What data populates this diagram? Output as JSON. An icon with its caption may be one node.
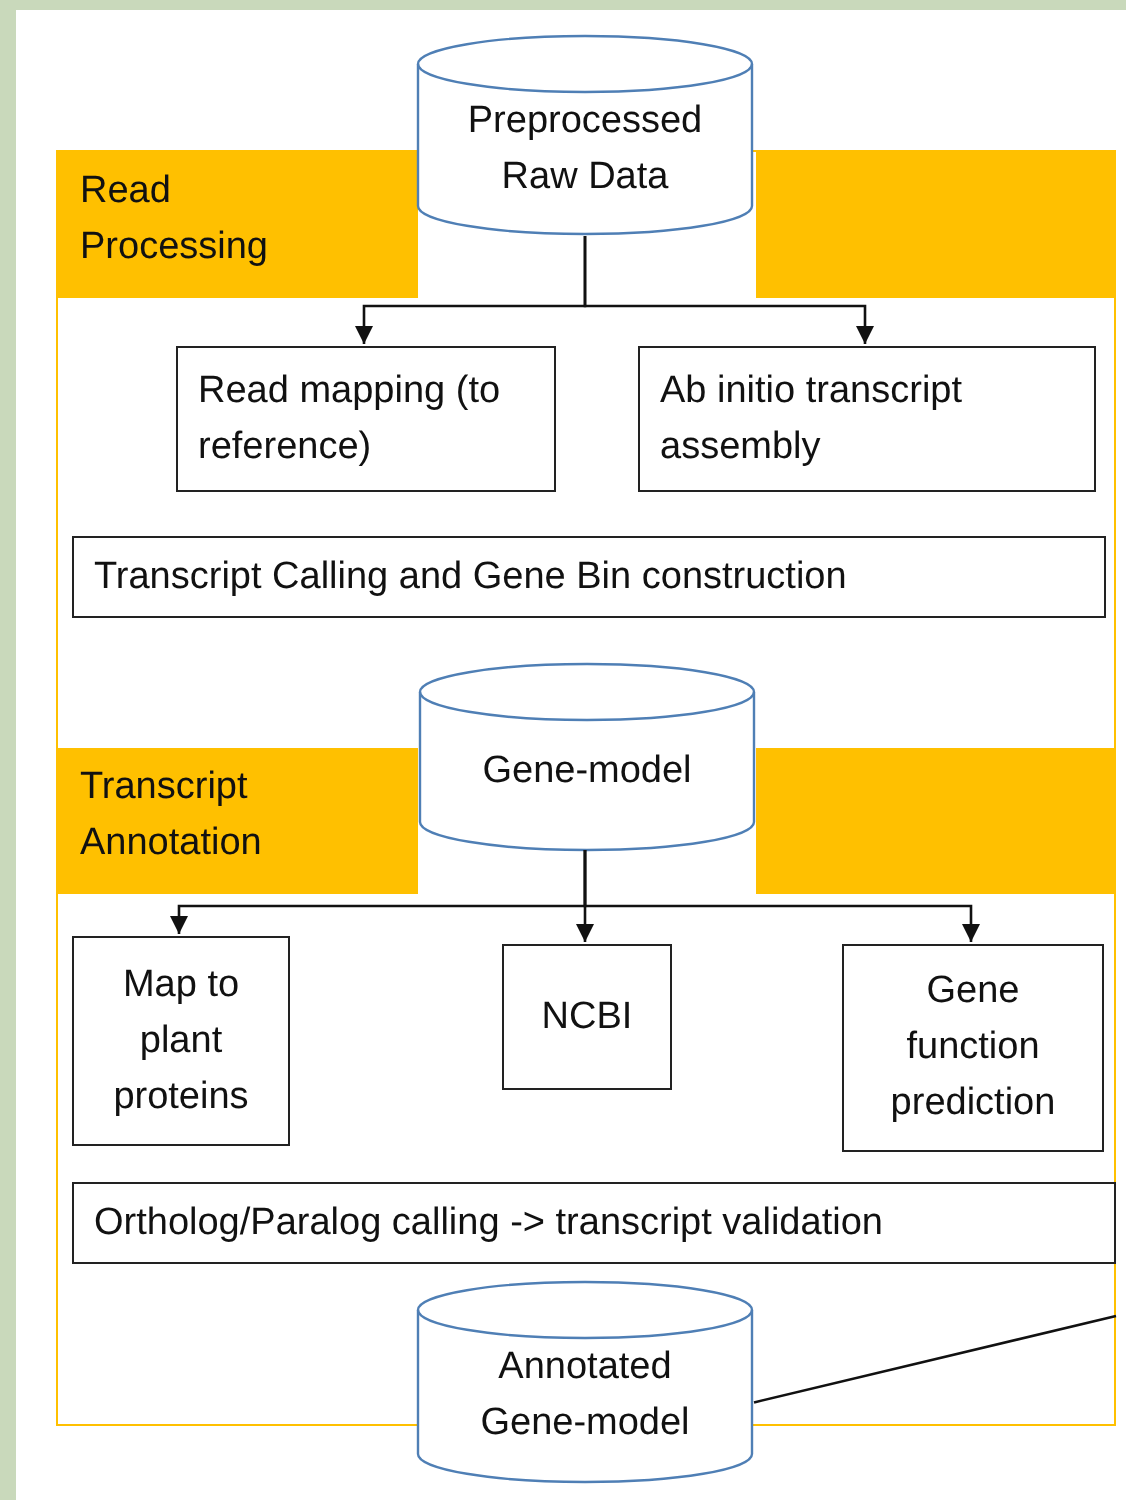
{
  "diagram": {
    "nodes": [
      {
        "text": [],
        "shape": "box"
      },
      {
        "text": [
          "Read Processing"
        ],
        "in": 0
      },
      {
        "text": [
          "Preprocessed Raw Data"
        ]
      },
      {
        "text": [
          "Read mapping (to reference)"
        ],
        "in": 0
      },
      {
        "text": [
          "Ab initio transcript assembly"
        ],
        "in": 0
      },
      {
        "text": [
          "Transcript Calling and Gene Bin construction"
        ],
        "in": 0
      },
      {
        "text": [
          "Gene-model"
        ],
        "in": 0
      },
      {
        "text": [
          "Transcript Annotation"
        ],
        "in": 0
      },
      {
        "text": [
          "Map to plant proteins"
        ],
        "in": 0
      },
      {
        "text": [
          "NCBI"
        ],
        "in": 0
      },
      {
        "text": [
          "Gene function prediction"
        ],
        "in": 0
      },
      {
        "text": [
          "Ortholog/Paralog calling -> transcript validation"
        ],
        "in": 0
      },
      {
        "text": [
          "Annotated Gene-model"
        ]
      }
    ],
    "edges": [
      {
        "from": 2,
        "to": 3,
        "arrow": "to"
      },
      {
        "from": 2,
        "to": 4,
        "arrow": "to"
      },
      {
        "from": 6,
        "to": 8,
        "arrow": "to"
      },
      {
        "from": 6,
        "to": 9,
        "arrow": "to"
      },
      {
        "from": 6,
        "to": 10,
        "arrow": "to"
      },
      {
        "from": 0,
        "to": 12,
        "arrow": "none"
      }
    ]
  }
}
